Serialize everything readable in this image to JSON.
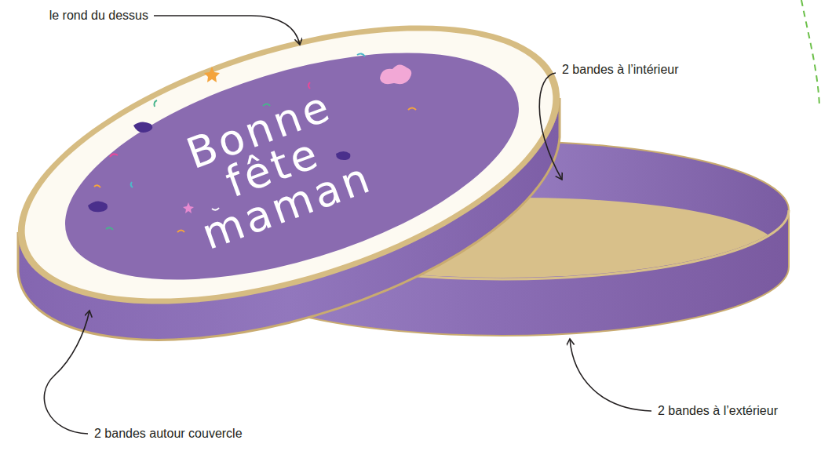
{
  "diagram": {
    "labels": [
      "le rond du dessus",
      "2 bandes à l’intérieur",
      "Bonne fête maman",
      "2 bandes à l’extérieur",
      "2 bandes autour couvercle"
    ]
  }
}
